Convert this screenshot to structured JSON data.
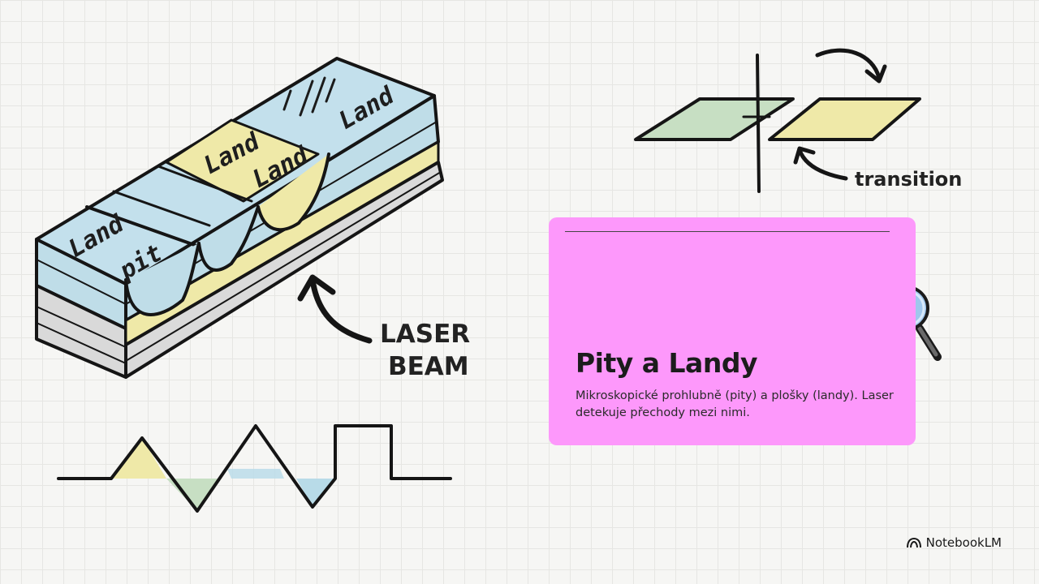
{
  "diagram": {
    "block_labels": {
      "land_top_right": "Land",
      "land_mid_upper": "Land",
      "land_mid_lower": "Land",
      "land_left": "Land",
      "pit": "pit"
    },
    "laser_label_line1": "LASER",
    "laser_label_line2": "BEAM",
    "transition_label": "transition",
    "colors": {
      "blue": "#b8dbe8",
      "yellow": "#f1ecae",
      "green": "#c7dfc3",
      "gray": "#d8d8d8",
      "pink_card": "#fd98fb"
    }
  },
  "card": {
    "title": "Pity a Landy",
    "description": "Mikroskopické prohlubně (pity) a plošky (landy). Laser detekuje přechody mezi nimi."
  },
  "brand": {
    "name": "NotebookLM",
    "icon": "notebooklm-logo-icon"
  }
}
